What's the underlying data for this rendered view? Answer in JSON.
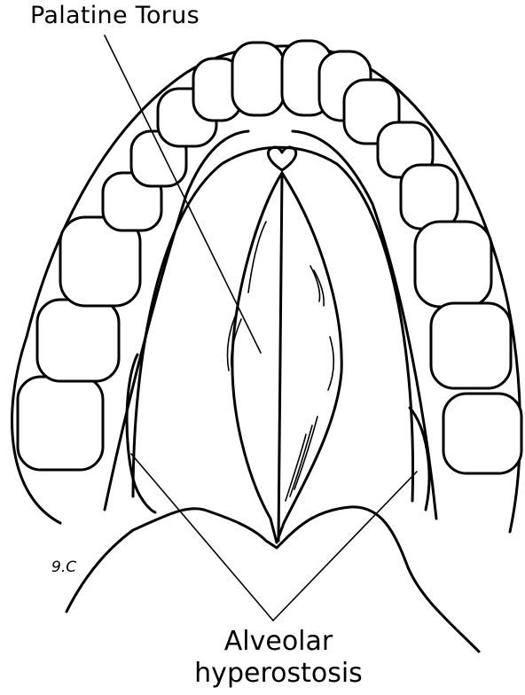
{
  "labels": {
    "palatine_torus": "Palatine Torus",
    "alveolar_line1": "Alveolar",
    "alveolar_line2": "hyperostosis",
    "artist_initials": "9.C"
  },
  "colors": {
    "ink": "#000000",
    "background": "#ffffff"
  }
}
